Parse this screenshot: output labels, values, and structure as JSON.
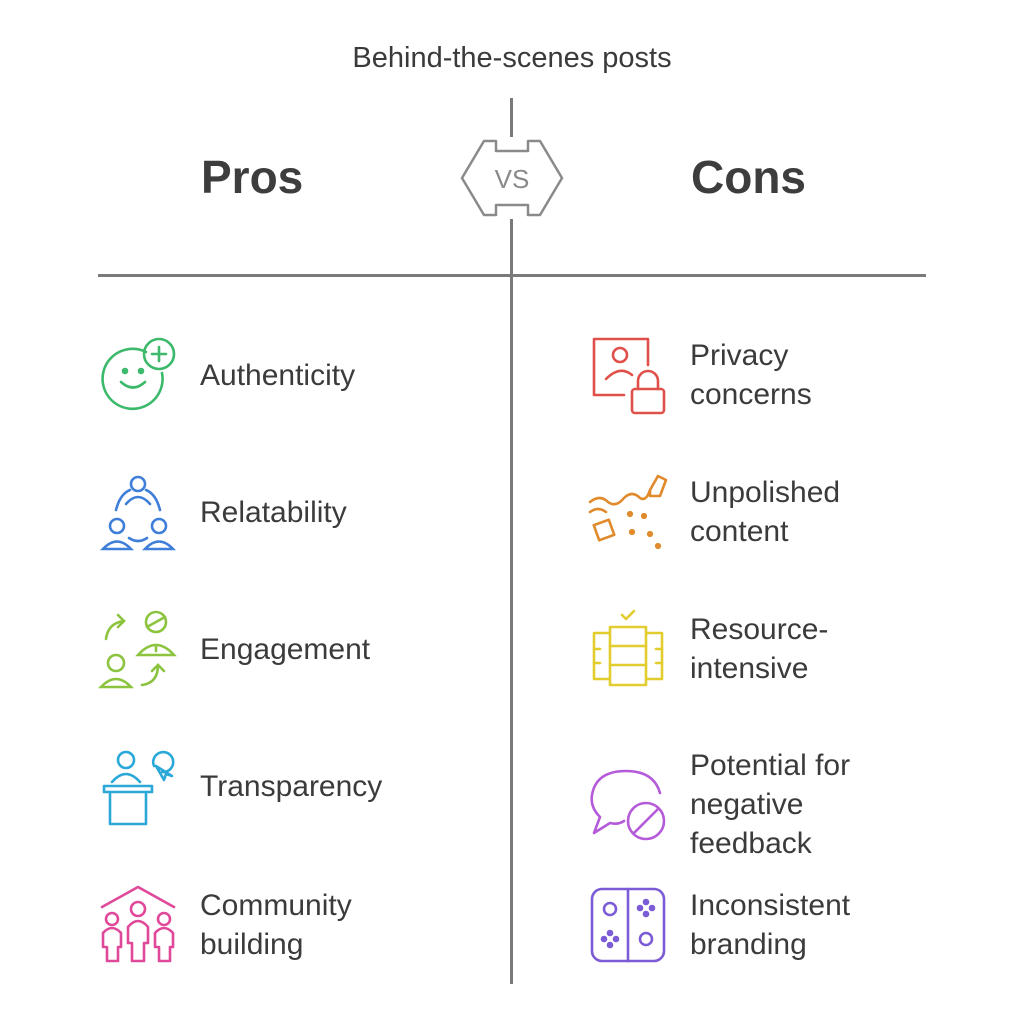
{
  "title": "Behind-the-scenes posts",
  "pros": {
    "heading": "Pros",
    "items": [
      {
        "label_lines": [
          "Authenticity"
        ],
        "icon": "smile-plus-icon",
        "color": "#3cb96b"
      },
      {
        "label_lines": [
          "Relatability"
        ],
        "icon": "people-circle-icon",
        "color": "#3f7fd9"
      },
      {
        "label_lines": [
          "Engagement"
        ],
        "icon": "people-exchange-icon",
        "color": "#8cc43f"
      },
      {
        "label_lines": [
          "Transparency"
        ],
        "icon": "presenter-icon",
        "color": "#2aa8d8"
      },
      {
        "label_lines": [
          "Community",
          "building"
        ],
        "icon": "family-house-icon",
        "color": "#e0489a"
      }
    ]
  },
  "vs_label": "VS",
  "cons": {
    "heading": "Cons",
    "items": [
      {
        "label_lines": [
          "Privacy",
          "concerns"
        ],
        "icon": "user-lock-icon",
        "color": "#e0504a"
      },
      {
        "label_lines": [
          "Unpolished",
          "content"
        ],
        "icon": "broken-chip-icon",
        "color": "#e08a2c"
      },
      {
        "label_lines": [
          "Resource-",
          "intensive"
        ],
        "icon": "server-stack-icon",
        "color": "#e2cc2e"
      },
      {
        "label_lines": [
          "Potential for",
          "negative",
          "feedback"
        ],
        "icon": "chat-blocked-icon",
        "color": "#b55ad9"
      },
      {
        "label_lines": [
          "Inconsistent",
          "branding"
        ],
        "icon": "game-controller-icon",
        "color": "#7c5cd6"
      }
    ]
  }
}
